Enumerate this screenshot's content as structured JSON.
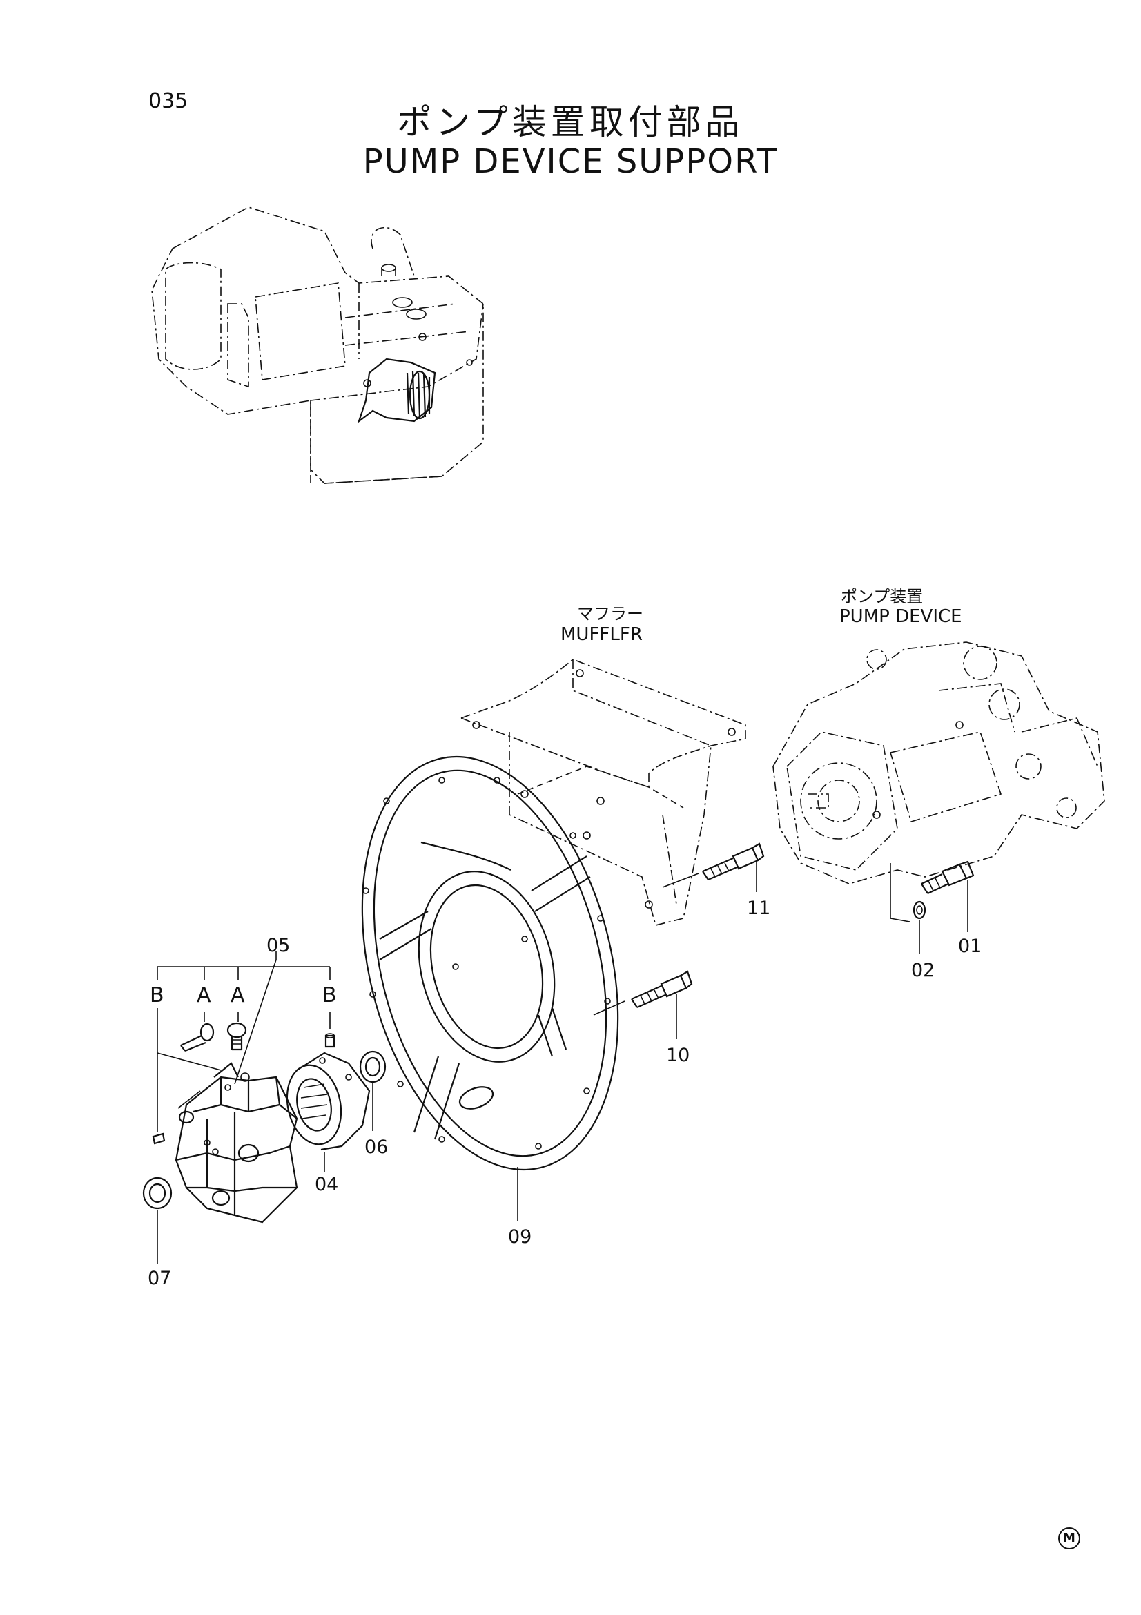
{
  "page": {
    "number": "035",
    "title_jp": "ポンプ装置取付部品",
    "title_en": "PUMP DEVICE SUPPORT",
    "footer_mark": "M"
  },
  "labels": {
    "muffler_jp": "マフラー",
    "muffler_en": "MUFFLFR",
    "pump_device_jp": "ポンプ装置",
    "pump_device_en": "PUMP DEVICE"
  },
  "callouts": {
    "p01": "01",
    "p02": "02",
    "p04": "04",
    "p05": "05",
    "p06": "06",
    "p07": "07",
    "p09": "09",
    "p10": "10",
    "p11": "11",
    "sub_a1": "A",
    "sub_a2": "A",
    "sub_b1": "B",
    "sub_b2": "B"
  }
}
